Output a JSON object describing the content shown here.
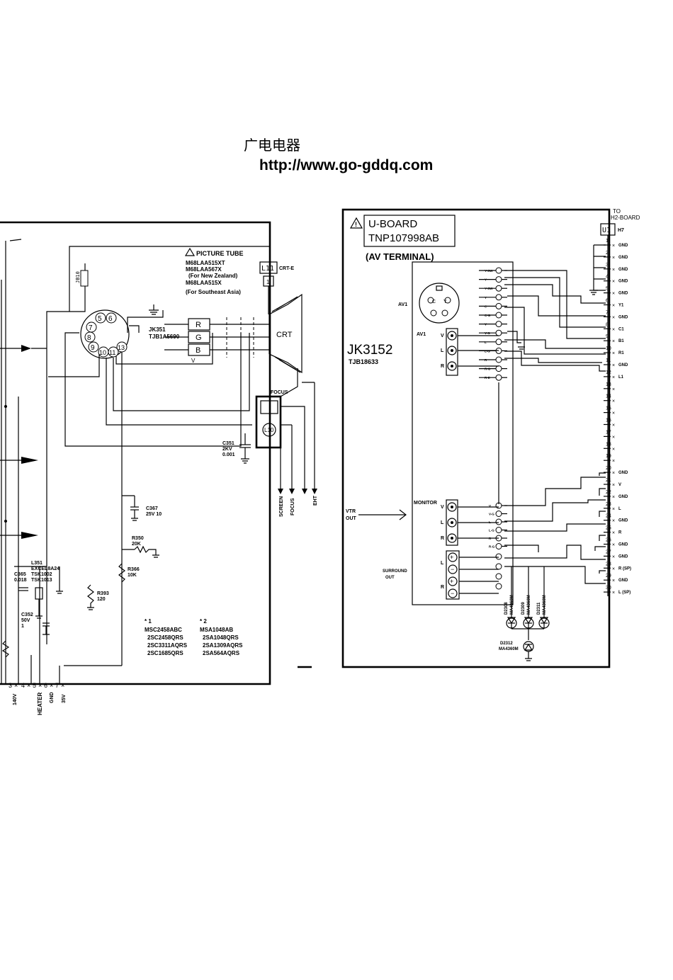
{
  "header": {
    "chinese_title": "广电电器",
    "url": "http://www.go-gddq.com"
  },
  "left_board": {
    "picture_tube": {
      "label": "PICTURE TUBE",
      "models": [
        "M68LAA515XT",
        "M68LAA567X",
        "(For New Zealand)",
        "M68LAA515X",
        "(For Southeast Asia)"
      ]
    },
    "jb10": "JB10",
    "jk351": [
      "JK351",
      "TJB1A5690"
    ],
    "socket_pins": [
      "5",
      "6",
      "7",
      "8",
      "9",
      "10",
      "11",
      "13"
    ],
    "rgb_labels": [
      "R",
      "G",
      "B"
    ],
    "v_label": "V",
    "crt": "CRT",
    "l11": "L11",
    "crt_e": "CRT-E",
    "l11_pin": "1",
    "focus": "FOCUS",
    "l10": "L10",
    "c351": [
      "C351",
      "2KV",
      "0.001"
    ],
    "c367": [
      "C367",
      "25V 10"
    ],
    "r350": [
      "R350",
      "20K"
    ],
    "r366": [
      "R366",
      "10K"
    ],
    "r393": [
      "R393",
      "120"
    ],
    "l351": [
      "L351",
      "EXCEL8A24",
      "TSK1002",
      "TSK1013"
    ],
    "c365": [
      "C365",
      "0.018"
    ],
    "c352": [
      "C352",
      "50V",
      "1"
    ],
    "bottom_outputs": [
      "SCREEN",
      "FOCUS",
      "EHT"
    ],
    "note1": {
      "star": "* 1",
      "parts": [
        "MSC2458ABC",
        "2SC2458QRS",
        "2SC3311AQRS",
        "2SC1685QRS"
      ]
    },
    "note2": {
      "star": "* 2",
      "parts": [
        "MSA1048AB",
        "2SA1048QRS",
        "2SA1309AQRS",
        "2SA564AQRS"
      ]
    },
    "connector": {
      "pins": [
        "3",
        "4",
        "5",
        "6",
        "7"
      ],
      "labels": [
        "140V",
        "HEATER",
        "GND",
        "35V"
      ]
    }
  },
  "u_board": {
    "title": "U-BOARD",
    "part_number": "TNP107998AB",
    "subtitle": "(AV TERMINAL)",
    "to_label": [
      "TO",
      "H2-BOARD"
    ],
    "connector": "U1",
    "connector_ref": "H7",
    "jack": "JK3152",
    "jack_part": "TJB18633",
    "av1_svideo": "AV1",
    "av1": "AV1",
    "svideo_pins": [
      "C",
      "Y"
    ],
    "av1_jacks": [
      "V",
      "L",
      "R"
    ],
    "monitor": "MONITOR",
    "monitor_jacks": [
      "V",
      "L",
      "R"
    ],
    "vtr_out": [
      "VTR",
      "OUT"
    ],
    "surround_out": [
      "SURROUND",
      "OUT"
    ],
    "surround_jacks": [
      "L",
      "R"
    ],
    "pins": [
      {
        "n": "1",
        "label": "GND"
      },
      {
        "n": "2",
        "label": "GND"
      },
      {
        "n": "3",
        "label": "GND"
      },
      {
        "n": "4",
        "label": "GND"
      },
      {
        "n": "5",
        "label": "GND"
      },
      {
        "n": "6",
        "label": "Y1"
      },
      {
        "n": "7",
        "label": "GND"
      },
      {
        "n": "8",
        "label": "C1"
      },
      {
        "n": "9",
        "label": "B1"
      },
      {
        "n": "10",
        "label": "R1"
      },
      {
        "n": "11",
        "label": "GND"
      },
      {
        "n": "12",
        "label": "L1"
      },
      {
        "n": "13",
        "label": ""
      },
      {
        "n": "14",
        "label": ""
      },
      {
        "n": "15",
        "label": ""
      },
      {
        "n": "16",
        "label": ""
      },
      {
        "n": "17",
        "label": ""
      },
      {
        "n": "18",
        "label": ""
      },
      {
        "n": "19",
        "label": ""
      },
      {
        "n": "20",
        "label": "GND"
      },
      {
        "n": "21",
        "label": "V"
      },
      {
        "n": "22",
        "label": "GND"
      },
      {
        "n": "23",
        "label": "L"
      },
      {
        "n": "24",
        "label": "GND"
      },
      {
        "n": "25",
        "label": "R"
      },
      {
        "n": "26",
        "label": "GND"
      },
      {
        "n": "27",
        "label": "GND"
      },
      {
        "n": "28",
        "label": "R (SP)"
      },
      {
        "n": "29",
        "label": "GND"
      },
      {
        "n": "30",
        "label": "L (SP)"
      }
    ],
    "jack_terminals": [
      "Y-SW",
      "Y",
      "Y-SW",
      "Y",
      "C",
      "C-G",
      "V",
      "V-G",
      "L",
      "L-G",
      "R",
      "R-G",
      "R-E"
    ],
    "monitor_terminals": [
      "V",
      "V-G",
      "L",
      "L-G",
      "R",
      "R-G"
    ],
    "diodes": [
      {
        "ref": "D2308",
        "part": "MA4360M"
      },
      {
        "ref": "D2309",
        "part": "MA4360M"
      },
      {
        "ref": "D2311",
        "part": "MA4360M"
      },
      {
        "ref": "D2312",
        "part": "MA4360M"
      }
    ]
  }
}
